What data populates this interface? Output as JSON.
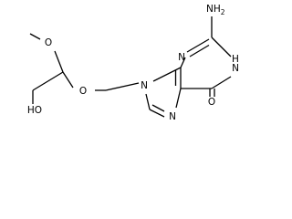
{
  "molecule": {
    "atoms": {
      "nh2": "NH",
      "nh2_subscript": "2",
      "n3": "N",
      "n1h": "H",
      "n1": "N",
      "o6": "O",
      "n7": "N",
      "n9": "N",
      "o_ether": "O",
      "o_methoxy": "O",
      "o_hydroxyl": "HO"
    },
    "colors": {
      "bond": "#000000",
      "label": "#000000",
      "background": "#ffffff"
    }
  }
}
